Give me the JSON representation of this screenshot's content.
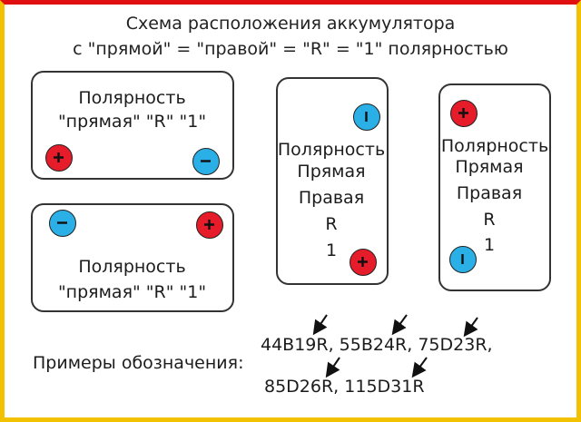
{
  "title": {
    "line1": "Схема расположения аккумулятора",
    "line2": "с  \"прямой\" = \"правой\" = \"R\" = \"1\" полярностью"
  },
  "boxes": {
    "top_left": {
      "line1": "Полярность",
      "line2": "\"прямая\" \"R\" \"1\""
    },
    "bottom_left": {
      "line1": "Полярность",
      "line2": "\"прямая\" \"R\" \"1\""
    },
    "middle": {
      "line1": "Полярность",
      "line2": "Прямая",
      "line3": "Правая",
      "line4": "R",
      "line5": "1"
    },
    "right": {
      "line1": "Полярность",
      "line2": "Прямая",
      "line3": "Правая",
      "line4": "R",
      "line5": "1"
    }
  },
  "examples": {
    "label": "Примеры обозначения:",
    "row1": "44B19R, 55B24R, 75D23R,",
    "row2": "85D26R, 115D31R"
  },
  "colors": {
    "positive_terminal": "#e61c2a",
    "negative_terminal": "#2ab0e6",
    "frame_top": "#e01010",
    "frame_sides": "#f2c200"
  }
}
